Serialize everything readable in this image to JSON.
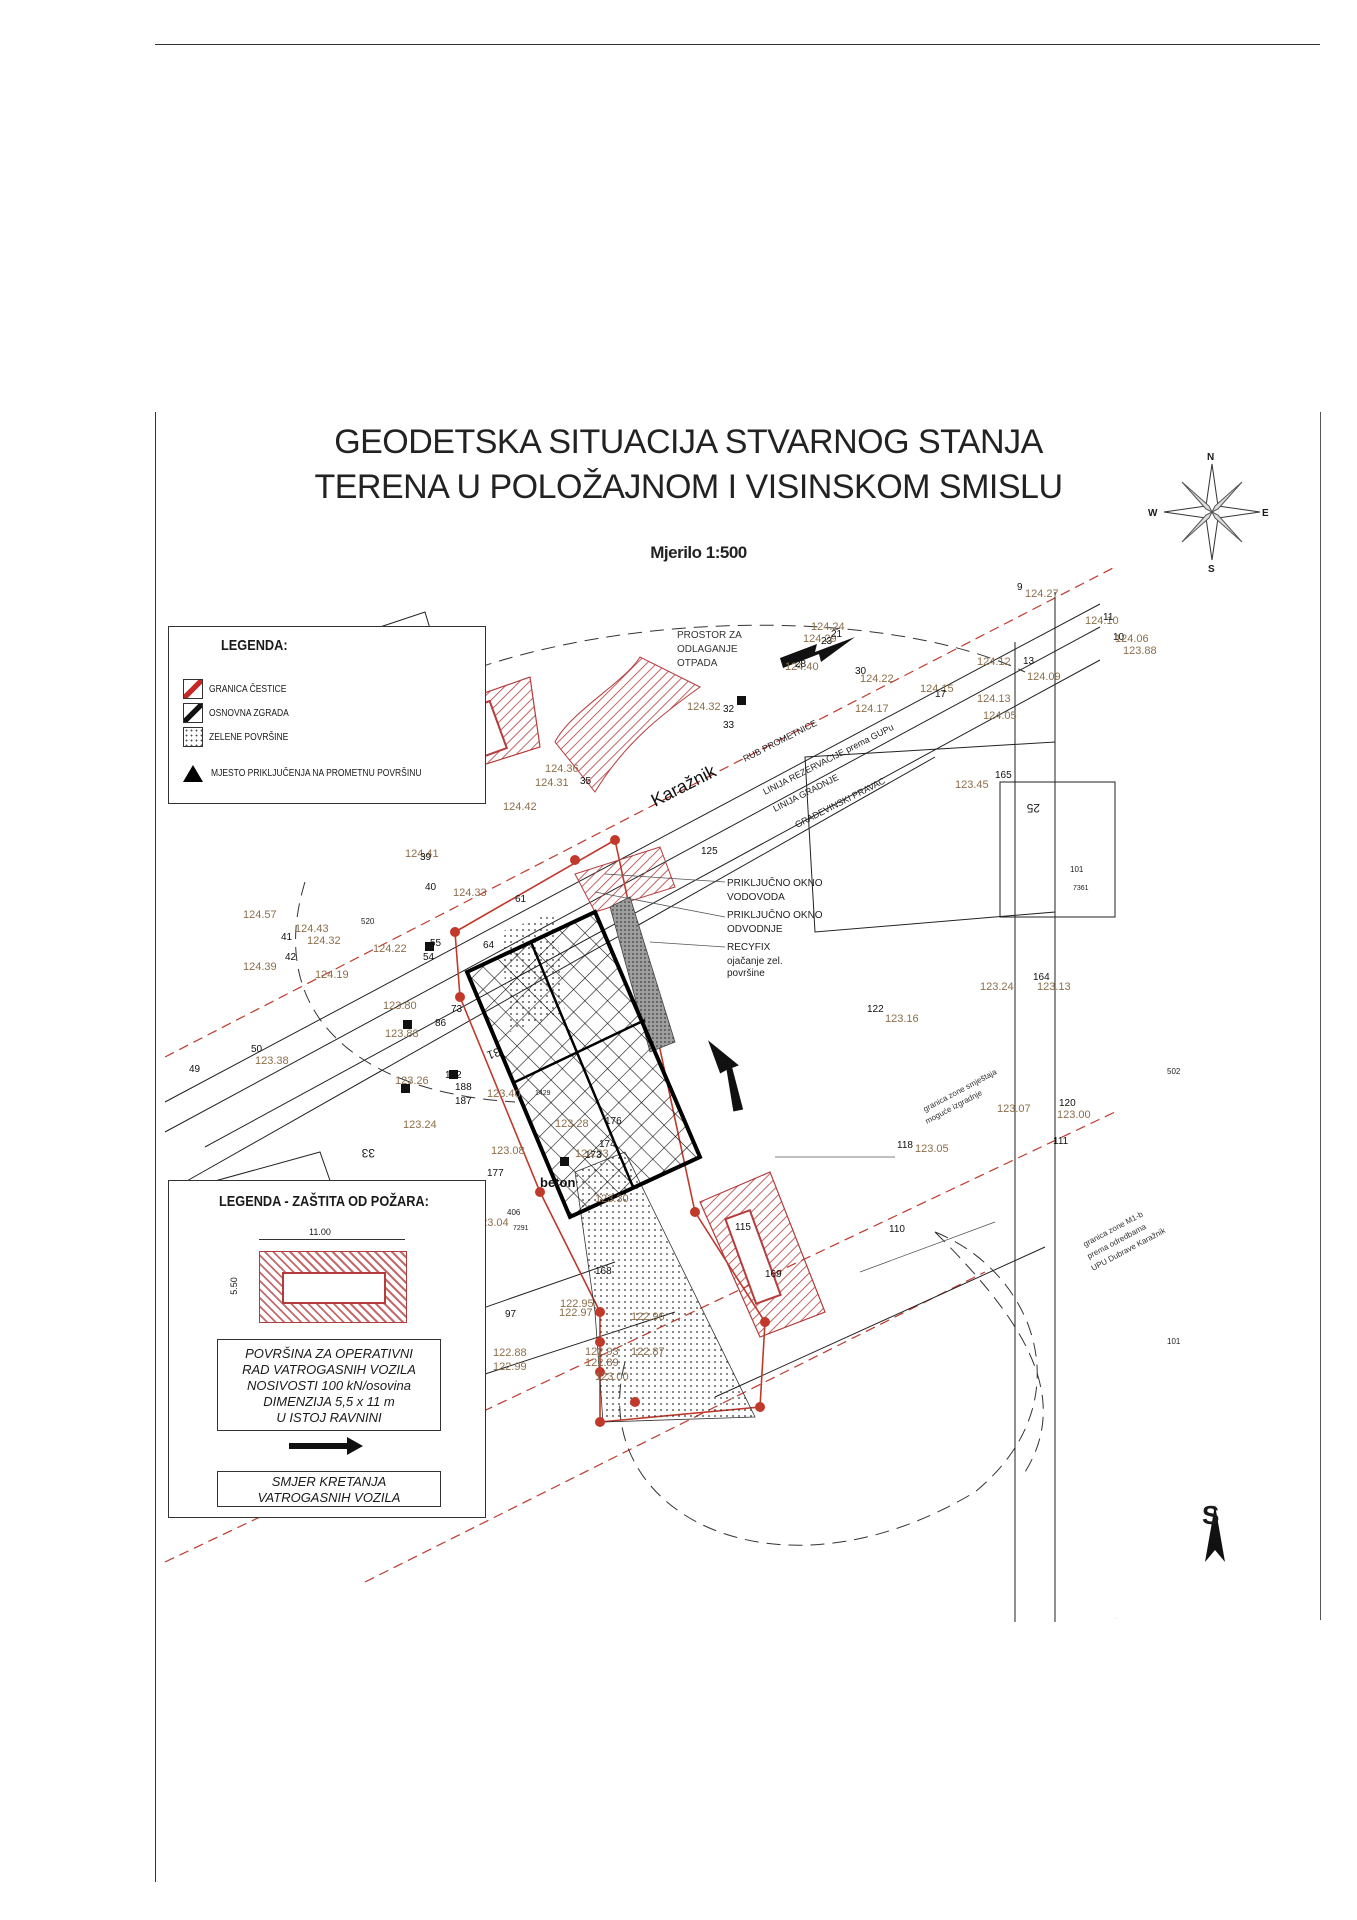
{
  "title": {
    "line1": "GEODETSKA SITUACIJA STVARNOG STANJA",
    "line2": "TERENA U POLOŽAJNOM I VISINSKOM SMISLU",
    "scale": "Mjerilo 1:500"
  },
  "compass": {
    "n": "N",
    "s": "S",
    "e": "E",
    "w": "W"
  },
  "south_marker": "S",
  "legend": {
    "title": "LEGENDA:",
    "items": [
      {
        "label": "GRANICA ČESTICE",
        "icon": "parcel-boundary-swatch",
        "color": "#c62828"
      },
      {
        "label": "OSNOVNA ZGRADA",
        "icon": "main-building-swatch",
        "color": "#111111"
      },
      {
        "label": "ZELENE POVRŠINE",
        "icon": "green-area-swatch",
        "color": "#888888"
      },
      {
        "label": "MJESTO PRIKLJUČENJA NA PROMETNU POVRŠINU",
        "icon": "triangle-icon",
        "color": "#000000"
      }
    ]
  },
  "fire_legend": {
    "title": "LEGENDA - ZAŠTITA OD POŽARA:",
    "width_dim": "11.00",
    "height_dim": "5.50",
    "area_text": [
      "POVRŠINA ZA OPERATIVNI",
      "RAD VATROGASNIH VOZILA",
      "NOSIVOSTI 100 kN/osovina",
      "DIMENZIJA 5,5 x 11 m",
      "U ISTOJ RAVNINI"
    ],
    "direction_text": [
      "SMJER KRETANJA",
      "VATROGASNIH VOZILA"
    ]
  },
  "annotations": {
    "waste": [
      "PROSTOR ZA",
      "ODLAGANJE",
      "OTPADA"
    ],
    "street": "Karažnik",
    "water": [
      "PRIKLJUČNO OKNO",
      "VODOVODA"
    ],
    "sewer": [
      "PRIKLJUČNO OKNO",
      "ODVODNJE"
    ],
    "recyfix": [
      "RECYFIX",
      "ojačanje zel.",
      "površine"
    ],
    "concrete": "beton",
    "regulation_line": "LINIJA REZERVACIJE prema GUPu",
    "building_line": "GRAĐEVINSKI PRAVAC",
    "traffic_line": "RUB PROMETNICE",
    "building_line2": "LINIJA GRADNJE",
    "zone1": [
      "granica zone smještaja",
      "moguće izgradnje"
    ],
    "zone2": [
      "granica zone M1-b",
      "prema odredbama",
      "UPU Dubrave Karažnik"
    ]
  },
  "parcel_numbers": [
    "25",
    "33",
    "31",
    "101",
    "502",
    "7361",
    "406",
    "7291",
    "520",
    "1429",
    "101"
  ],
  "elevations": [
    "124.27",
    "124.10",
    "124.06",
    "123.88",
    "124.24",
    "124.29",
    "124.40",
    "124.22",
    "124.12",
    "124.09",
    "124.17",
    "124.15",
    "124.13",
    "124.05",
    "124.32",
    "124.36",
    "124.31",
    "124.42",
    "124.41",
    "124.33",
    "124.57",
    "124.43",
    "124.39",
    "124.32",
    "124.22",
    "124.19",
    "123.45",
    "123.24",
    "123.13",
    "123.16",
    "123.05",
    "123.07",
    "123.00",
    "123.80",
    "123.88",
    "123.38",
    "123.26",
    "123.24",
    "123.40",
    "123.08",
    "123.04",
    "123.28",
    "123.33",
    "123.30",
    "122.97",
    "122.95",
    "122.93",
    "122.89",
    "122.88",
    "122.99",
    "123.00",
    "122.87",
    "122.96"
  ],
  "point_numbers": [
    "9",
    "10",
    "11",
    "13",
    "17",
    "21",
    "23",
    "28",
    "30",
    "32",
    "33",
    "35",
    "39",
    "40",
    "41",
    "42",
    "49",
    "50",
    "54",
    "55",
    "61",
    "64",
    "73",
    "86",
    "97",
    "110",
    "111",
    "115",
    "118",
    "120",
    "122",
    "125",
    "164",
    "165",
    "168",
    "169",
    "173",
    "174",
    "176",
    "177",
    "187",
    "188",
    "192"
  ]
}
